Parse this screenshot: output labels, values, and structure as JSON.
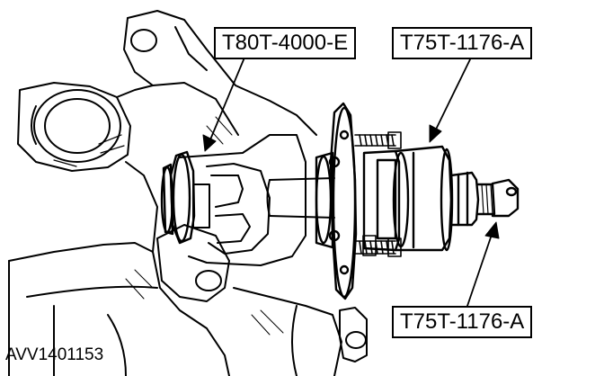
{
  "figure": {
    "callouts": [
      {
        "label": "T80T-4000-E"
      },
      {
        "label": "T75T-1176-A"
      },
      {
        "label": "T75T-1176-A"
      }
    ],
    "figure_id": "AVV1401153"
  },
  "style": {
    "ink": "#000000",
    "paper": "#ffffff"
  }
}
